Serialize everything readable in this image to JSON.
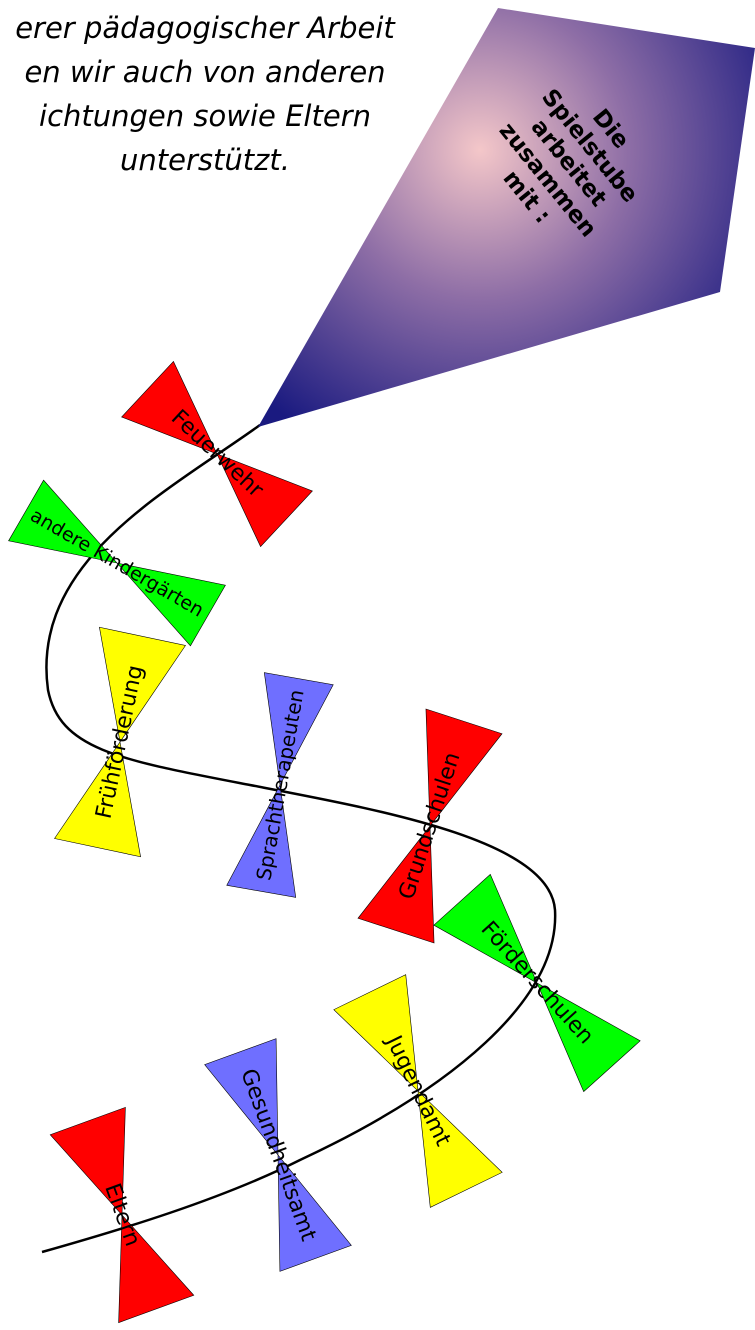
{
  "intro_lines": [
    "erer pädagogischer Arbeit",
    "en wir auch von anderen",
    "ichtungen sowie Eltern",
    "unterstützt."
  ],
  "kite": {
    "lines": [
      "Die",
      "Spielstube",
      "arbeitet",
      "zusammen",
      "mit :"
    ],
    "gradient": [
      "#f4c7c9",
      "#8e6ea6",
      "#1a1a80"
    ]
  },
  "bows": [
    {
      "label": "Feuerwehr",
      "color": "#ff0000"
    },
    {
      "label": "andere Kindergärten",
      "color": "#00ff00"
    },
    {
      "label": "Frühförderung",
      "color": "#ffff00"
    },
    {
      "label": "Sprachtherapeuten",
      "color": "#6f6fff"
    },
    {
      "label": "Grundschulen",
      "color": "#ff0000"
    },
    {
      "label": "Förderschulen",
      "color": "#00ff00"
    },
    {
      "label": "Jugendamt",
      "color": "#ffff00"
    },
    {
      "label": "Gesundheitsamt",
      "color": "#6f6fff"
    },
    {
      "label": "Eltern",
      "color": "#ff0000"
    }
  ]
}
